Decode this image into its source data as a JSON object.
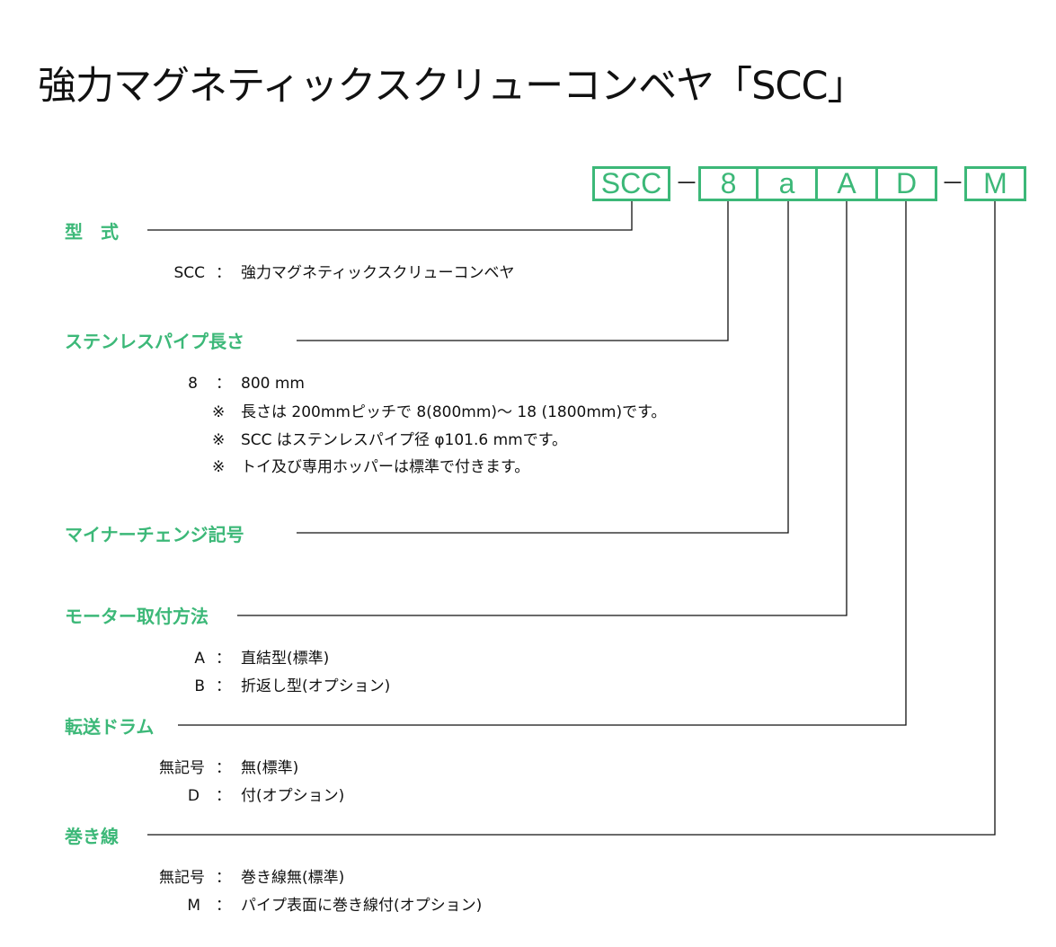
{
  "title": "強力マグネティックスクリューコンベヤ「SCC」",
  "model": {
    "segments": [
      "SCC",
      "8",
      "a",
      "A",
      "D",
      "M"
    ],
    "separator": "－"
  },
  "colors": {
    "accent": "#3cb878",
    "text": "#111111"
  },
  "colon": "：",
  "sections": {
    "type": {
      "label": "型　式",
      "options": [
        {
          "key": "SCC",
          "value": "強力マグネティックスクリューコンベヤ"
        }
      ]
    },
    "pipe_length": {
      "label": "ステンレスパイプ長さ",
      "options": [
        {
          "key": "8",
          "value": "800 mm"
        }
      ],
      "note_mark": "※",
      "notes": [
        "長さは 200mmピッチで 8(800mm)～ 18 (1800mm)です。",
        "SCC はステンレスパイプ径 φ101.6 mmです。",
        "トイ及び専用ホッパーは標準で付きます。"
      ]
    },
    "minor_change": {
      "label": "マイナーチェンジ記号",
      "options": []
    },
    "motor_mount": {
      "label": "モーター取付方法",
      "options": [
        {
          "key": "A",
          "value": "直結型(標準)"
        },
        {
          "key": "B",
          "value": "折返し型(オプション)"
        }
      ]
    },
    "drum": {
      "label": "転送ドラム",
      "options": [
        {
          "key": "無記号",
          "value": "無(標準)"
        },
        {
          "key": "D",
          "value": "付(オプション)"
        }
      ]
    },
    "winding": {
      "label": "巻き線",
      "options": [
        {
          "key": "無記号",
          "value": "巻き線無(標準)"
        },
        {
          "key": "M",
          "value": "パイプ表面に巻き線付(オプション)"
        }
      ]
    }
  }
}
